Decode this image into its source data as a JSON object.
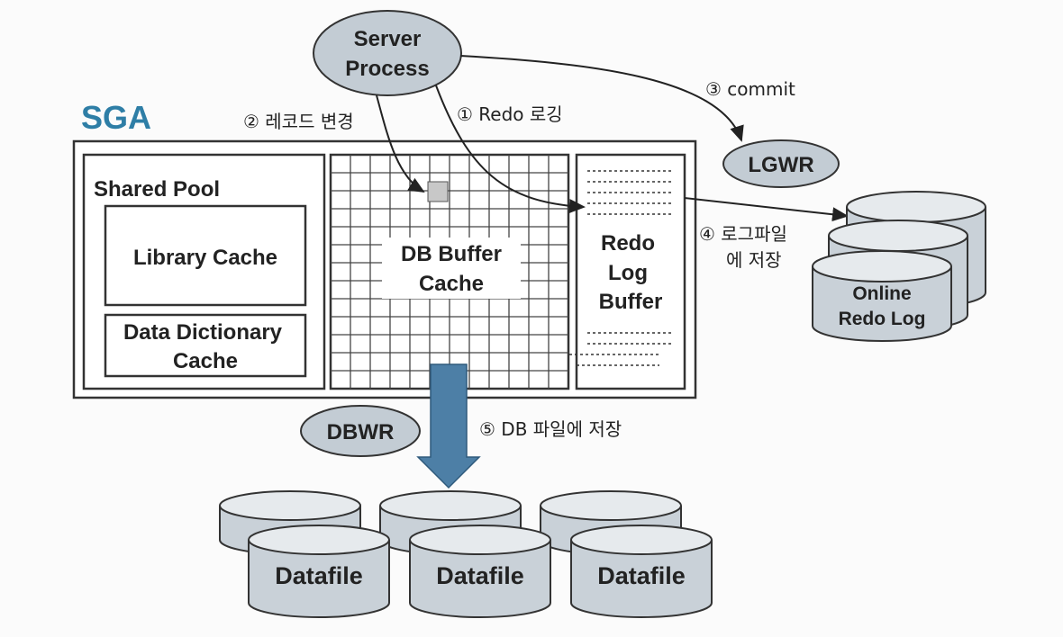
{
  "sga": {
    "title": "SGA",
    "title_color": "#2e7ea6"
  },
  "shared_pool": {
    "title": "Shared Pool",
    "library_cache": "Library Cache",
    "data_dictionary_line1": "Data Dictionary",
    "data_dictionary_line2": "Cache"
  },
  "buffer_cache": {
    "line1": "DB Buffer",
    "line2": "Cache"
  },
  "redo_buffer": {
    "line1": "Redo",
    "line2": "Log",
    "line3": "Buffer"
  },
  "server_process": {
    "line1": "Server",
    "line2": "Process"
  },
  "lgwr": {
    "label": "LGWR"
  },
  "dbwr": {
    "label": "DBWR"
  },
  "online_redo": {
    "line1": "Online",
    "line2": "Redo Log"
  },
  "datafiles": [
    "Datafile",
    "Datafile",
    "Datafile"
  ],
  "steps": {
    "step1": "① Redo 로깅",
    "step2": "② 레코드 변경",
    "step3": "③ commit",
    "step4_line1": "④ 로그파일",
    "step4_line2": "에 저장",
    "step5": "⑤ DB 파일에 저장"
  },
  "colors": {
    "ellipse_fill": "#c3ccd4",
    "cylinder_fill": "#c9d1d8",
    "arrow_fill": "#4d7fa6",
    "box_stroke": "#333333"
  }
}
